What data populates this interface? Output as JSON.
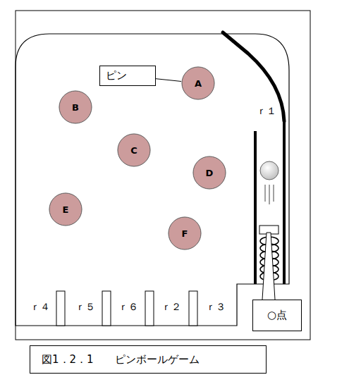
{
  "diagram": {
    "caption": "図1．2．1　　ピンボールゲーム",
    "nodes": [
      {
        "text": [
          "ピン"
        ]
      },
      {
        "text": [
          "A"
        ]
      },
      {
        "text": [
          "B"
        ]
      },
      {
        "text": [
          "C"
        ]
      },
      {
        "text": [
          "D"
        ]
      },
      {
        "text": [
          "E"
        ]
      },
      {
        "text": [
          "F"
        ]
      },
      {
        "text": [
          "○点"
        ]
      }
    ],
    "edges": [
      {
        "from": 0,
        "to": 1,
        "arrow": "none"
      }
    ],
    "labels": [
      "ｒ１",
      "ｒ４",
      "ｒ５",
      "ｒ６",
      "ｒ２",
      "ｒ３"
    ]
  }
}
